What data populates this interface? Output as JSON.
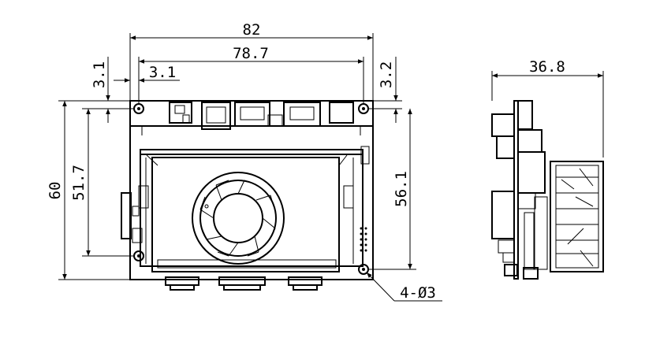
{
  "dimensions": {
    "overall_width": "82",
    "inner_width": "78.7",
    "left_offset_vertical": "3.1",
    "left_offset_horizontal": "3.1",
    "right_offset": "3.2",
    "overall_height": "60",
    "hole_spacing_left": "51.7",
    "hole_spacing_right": "56.1",
    "side_depth": "36.8",
    "hole_callout": "4-Ø3"
  },
  "colors": {
    "line": "#000000",
    "background": "#ffffff"
  },
  "icons": [
    "mounting-hole-icon",
    "cooling-fan-icon",
    "arrowhead-icon"
  ]
}
